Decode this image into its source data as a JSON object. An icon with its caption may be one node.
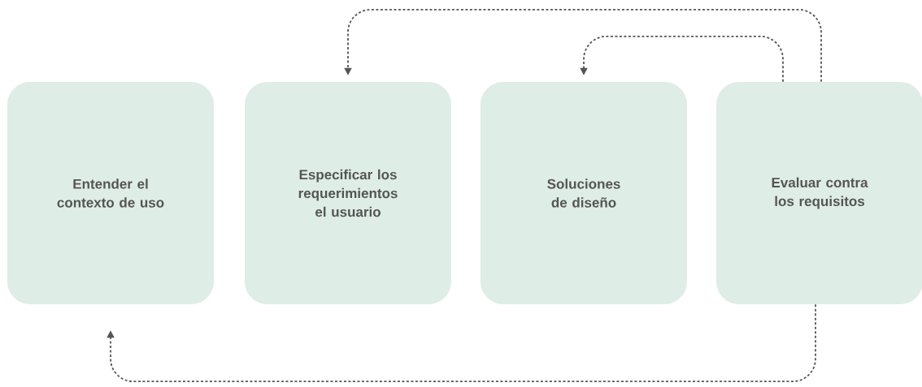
{
  "diagram": {
    "nodes": [
      {
        "text": [
          "Entender el contexto de uso"
        ]
      },
      {
        "text": [
          "Especificar los requerimientos el usuario"
        ]
      },
      {
        "text": [
          "Soluciones de diseño"
        ]
      },
      {
        "text": [
          "Evaluar contra los requisitos"
        ]
      }
    ],
    "edges": [
      {
        "from": 3,
        "to": 1,
        "arrow": "to",
        "style": "dashed"
      },
      {
        "from": 3,
        "to": 2,
        "arrow": "to",
        "style": "dashed"
      },
      {
        "from": 3,
        "to": 0,
        "arrow": "to",
        "style": "dashed"
      }
    ]
  }
}
